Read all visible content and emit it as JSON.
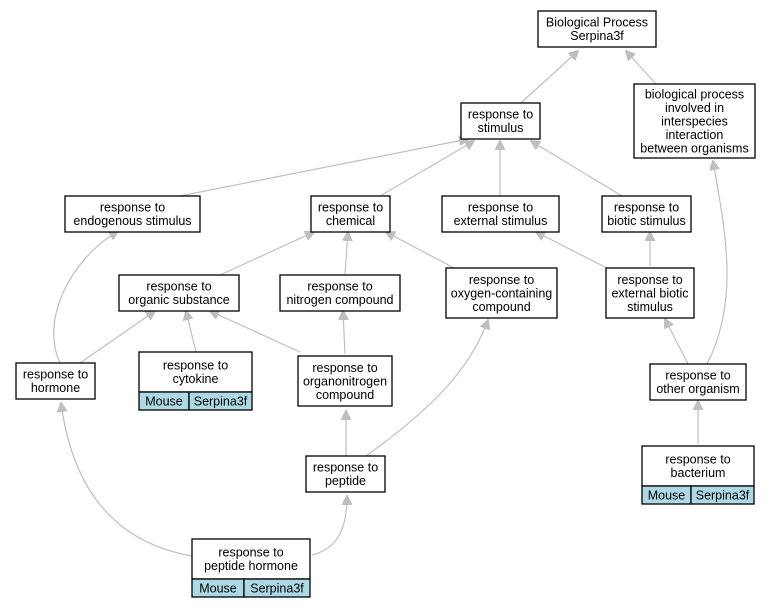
{
  "nodes": {
    "root": {
      "lines": [
        "Biological Process",
        "Serpina3f"
      ]
    },
    "response_to_stimulus": {
      "lines": [
        "response to",
        "stimulus"
      ]
    },
    "bp_interspecies": {
      "lines": [
        "biological process",
        "involved in",
        "interspecies",
        "interaction",
        "between organisms"
      ]
    },
    "endogenous": {
      "lines": [
        "response to",
        "endogenous stimulus"
      ]
    },
    "chemical": {
      "lines": [
        "response to",
        "chemical"
      ]
    },
    "external": {
      "lines": [
        "response to",
        "external stimulus"
      ]
    },
    "biotic": {
      "lines": [
        "response to",
        "biotic stimulus"
      ]
    },
    "organic_substance": {
      "lines": [
        "response to",
        "organic substance"
      ]
    },
    "nitrogen": {
      "lines": [
        "response to",
        "nitrogen compound"
      ]
    },
    "oxygen": {
      "lines": [
        "response to",
        "oxygen-containing",
        "compound"
      ]
    },
    "external_biotic": {
      "lines": [
        "response to",
        "external biotic",
        "stimulus"
      ]
    },
    "hormone": {
      "lines": [
        "response to",
        "hormone"
      ]
    },
    "cytokine": {
      "lines": [
        "response to",
        "cytokine"
      ],
      "cells": [
        "Mouse",
        "Serpina3f"
      ]
    },
    "organonitrogen": {
      "lines": [
        "response to",
        "organonitrogen",
        "compound"
      ]
    },
    "other_organism": {
      "lines": [
        "response to",
        "other organism"
      ]
    },
    "peptide": {
      "lines": [
        "response to",
        "peptide"
      ]
    },
    "bacterium": {
      "lines": [
        "response to",
        "bacterium"
      ],
      "cells": [
        "Mouse",
        "Serpina3f"
      ]
    },
    "peptide_hormone": {
      "lines": [
        "response to",
        "peptide hormone"
      ],
      "cells": [
        "Mouse",
        "Serpina3f"
      ]
    }
  },
  "edges": [
    [
      "response_to_stimulus",
      "root"
    ],
    [
      "bp_interspecies",
      "root"
    ],
    [
      "endogenous",
      "response_to_stimulus"
    ],
    [
      "chemical",
      "response_to_stimulus"
    ],
    [
      "external",
      "response_to_stimulus"
    ],
    [
      "biotic",
      "response_to_stimulus"
    ],
    [
      "organic_substance",
      "chemical"
    ],
    [
      "nitrogen",
      "chemical"
    ],
    [
      "oxygen",
      "chemical"
    ],
    [
      "external_biotic",
      "external"
    ],
    [
      "external_biotic",
      "biotic"
    ],
    [
      "hormone",
      "endogenous"
    ],
    [
      "hormone",
      "organic_substance"
    ],
    [
      "cytokine",
      "organic_substance"
    ],
    [
      "organonitrogen",
      "organic_substance"
    ],
    [
      "organonitrogen",
      "nitrogen"
    ],
    [
      "other_organism",
      "external_biotic"
    ],
    [
      "other_organism",
      "bp_interspecies"
    ],
    [
      "peptide",
      "organonitrogen"
    ],
    [
      "peptide",
      "oxygen"
    ],
    [
      "bacterium",
      "other_organism"
    ],
    [
      "peptide_hormone",
      "hormone"
    ],
    [
      "peptide_hormone",
      "peptide"
    ]
  ]
}
